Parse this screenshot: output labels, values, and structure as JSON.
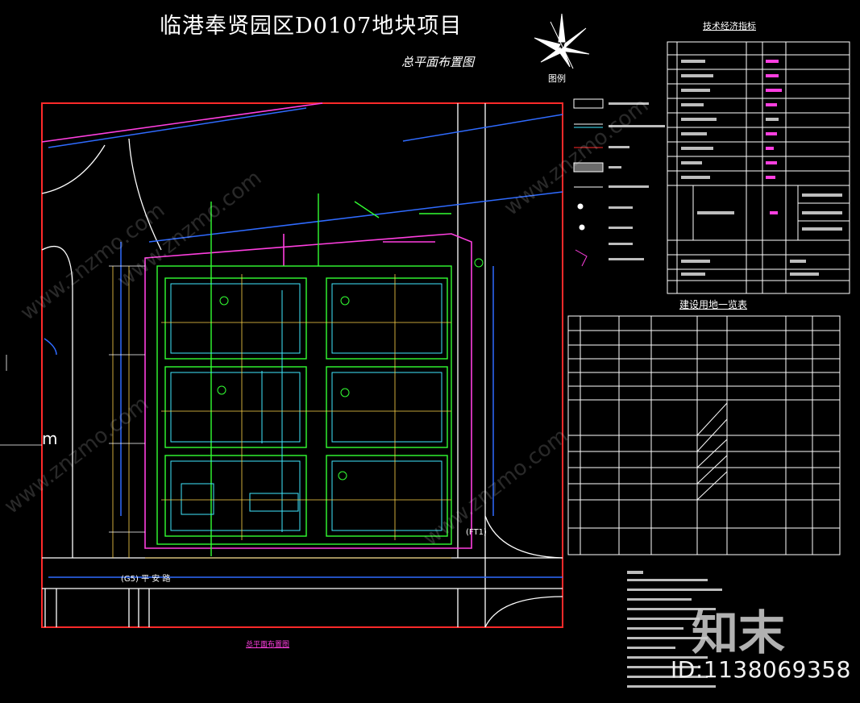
{
  "title": "临港奉贤园区D0107地块项目",
  "subtitle": "总平面布置图",
  "north_label": "图例",
  "table_right_title": "技术经济指标",
  "table_bottom_title": "建设用地一览表",
  "drawing_caption": "总平面布置图",
  "road_label": "(G5) 平 安 路",
  "road_east_label": "(FT1)",
  "scale_mark": "m",
  "watermark_text": "www.znzmo.com",
  "brand": "知末",
  "id_text": "ID:1138069358",
  "colors": {
    "background": "#000000",
    "boundary": "#ff2a2a",
    "road": "#ffffff",
    "green": "#32ff32",
    "cyan": "#3fe9ff",
    "magenta": "#ff3fe0",
    "blue": "#2f6bff",
    "yellow": "#ffd54a"
  }
}
